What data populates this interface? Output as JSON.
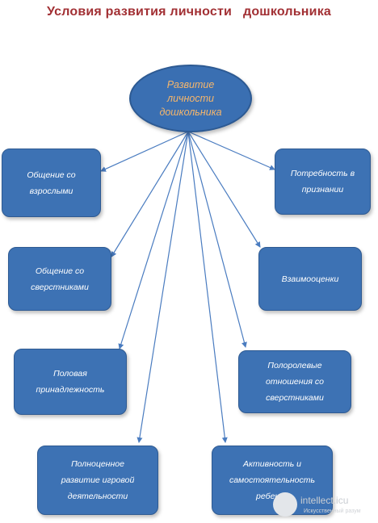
{
  "title": "Условия развития личности   дошкольника",
  "center": {
    "label": "Развитие\nличности\nдошкольника"
  },
  "nodes": [
    {
      "id": "communication-adults",
      "label": "Общение со\nвзрослыми"
    },
    {
      "id": "need-recognition",
      "label": "Потребность в\nпризнании"
    },
    {
      "id": "communication-peers",
      "label": "Общение со\nсверстниками"
    },
    {
      "id": "mutual-evaluation",
      "label": "Взаимооценки"
    },
    {
      "id": "gender-identity",
      "label": "Половая\nпринадлежность"
    },
    {
      "id": "gender-role-relations",
      "label": "Полоролевые\nотношения со\nсверстниками"
    },
    {
      "id": "play-activity",
      "label": "Полноценное\nразвитие игровой\nдеятельности"
    },
    {
      "id": "activity-independence",
      "label": "Активность и\nсамостоятельность\nребенка"
    }
  ],
  "colors": {
    "title": "#a23034",
    "node_fill": "#3d72b4",
    "center_text": "#f6b66b",
    "connector": "#4a7cc0"
  },
  "watermark": {
    "text": "intellect.icu",
    "subtext": "Искусственный разум"
  }
}
